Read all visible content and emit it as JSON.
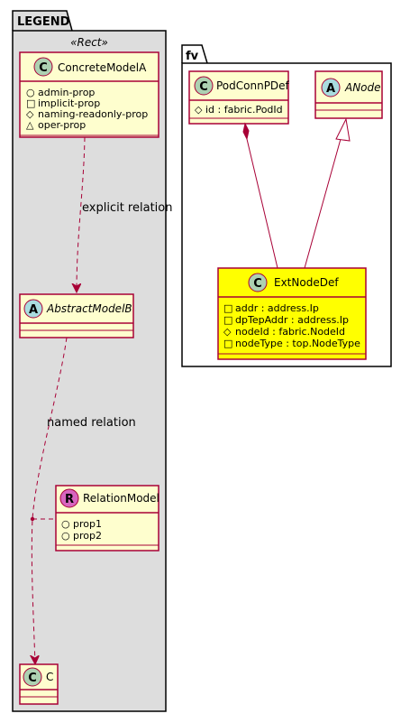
{
  "colors": {
    "legend_fill": "#DDDDDD",
    "class_fill": "#FEFECE",
    "class_border": "#A80036",
    "highlight_fill": "#FFFF00",
    "badge_c": "#ADD1B2",
    "badge_a": "#A9DCDF",
    "badge_r": "#D765BF"
  },
  "legend": {
    "title": "LEGEND",
    "stereotype": "«Rect»",
    "concrete": {
      "badge": "C",
      "name": "ConcreteModelA",
      "attrs": [
        {
          "vis": "○",
          "text": "admin-prop"
        },
        {
          "vis": "□",
          "text": "implicit-prop"
        },
        {
          "vis": "◇",
          "text": "naming-readonly-prop"
        },
        {
          "vis": "△",
          "text": "oper-prop"
        }
      ]
    },
    "abstract": {
      "badge": "A",
      "name": "AbstractModelB"
    },
    "relation": {
      "badge": "R",
      "name": "RelationModel",
      "attrs": [
        {
          "vis": "○",
          "text": "prop1"
        },
        {
          "vis": "○",
          "text": "prop2"
        }
      ]
    },
    "target": {
      "badge": "C",
      "name": "C"
    },
    "explicit_label": "explicit relation",
    "named_label": "named relation"
  },
  "fv": {
    "title": "fv",
    "podconn": {
      "badge": "C",
      "name": "PodConnPDef",
      "attrs": [
        {
          "vis": "◇",
          "text": "id : fabric.PodId"
        }
      ]
    },
    "anode": {
      "badge": "A",
      "name": "ANode"
    },
    "extnode": {
      "badge": "C",
      "name": "ExtNodeDef",
      "attrs": [
        {
          "vis": "□",
          "text": "addr : address.Ip"
        },
        {
          "vis": "□",
          "text": "dpTepAddr : address.Ip"
        },
        {
          "vis": "◇",
          "text": "nodeId : fabric.NodeId"
        },
        {
          "vis": "□",
          "text": "nodeType : top.NodeType"
        }
      ]
    }
  }
}
